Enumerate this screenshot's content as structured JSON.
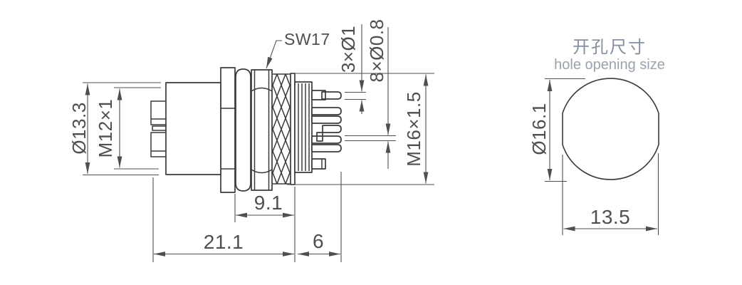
{
  "side_view": {
    "hex_label": "SW17",
    "dims": {
      "outer_diameter": "Ø13.3",
      "front_thread": "M12×1",
      "pin_large": "3×Ø1",
      "pin_small": "8×Ø0.8",
      "panel_thread": "M16×1.5",
      "nut_span": "9.1",
      "total_length": "21.1",
      "pin_length": "6"
    }
  },
  "front_view": {
    "title_zh": "开孔尺寸",
    "title_en": "hole opening size",
    "dims": {
      "hole_diameter": "Ø16.1",
      "hole_width": "13.5"
    }
  },
  "colors": {
    "part_line": "#3a3a3a",
    "dimension_line": "#4f4f4f",
    "title_zh": "#85909e",
    "title_en": "#9aa3ad",
    "background": "#ffffff"
  }
}
